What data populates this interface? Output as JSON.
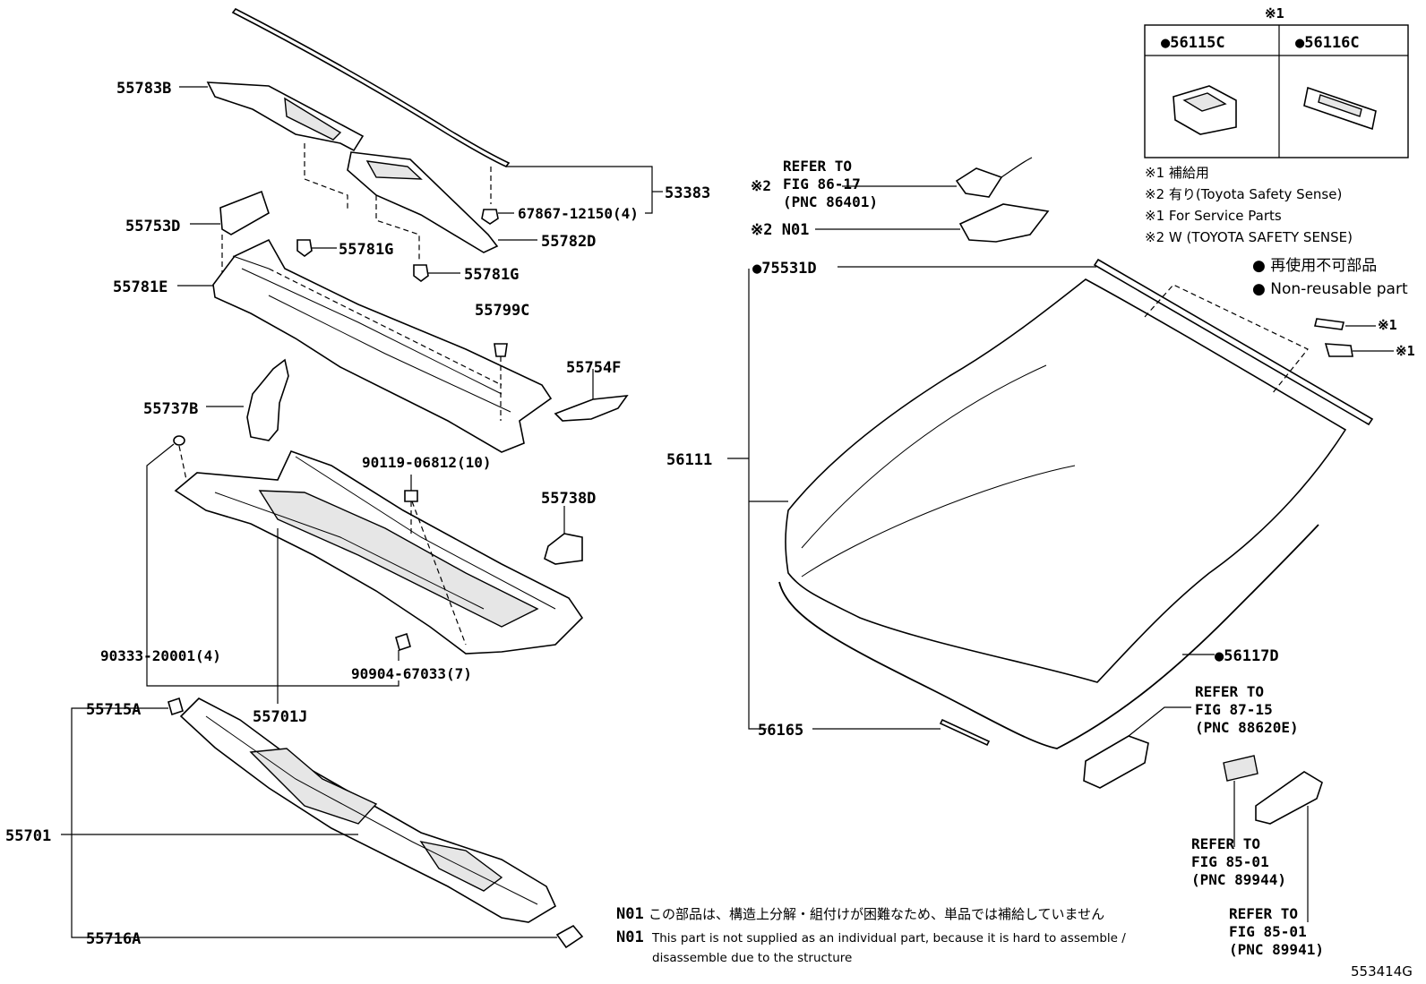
{
  "labels": {
    "p55783B": "55783B",
    "p55753D": "55753D",
    "p55781G_a": "55781G",
    "p55781G_b": "55781G",
    "p55781E": "55781E",
    "p55782D": "55782D",
    "p53383": "53383",
    "p67867": "67867-12150(4)",
    "p55799C": "55799C",
    "p55754F": "55754F",
    "p55737B": "55737B",
    "p90119": "90119-06812(10)",
    "p55738D": "55738D",
    "p90333": "90333-20001(4)",
    "p90904": "90904-67033(7)",
    "p55701J": "55701J",
    "p55715A": "55715A",
    "p55701": "55701",
    "p55716A": "55716A",
    "p75531D": "●75531D",
    "p56111": "56111",
    "p56117D": "●56117D",
    "p56165": "56165",
    "pN01": "※2 N01",
    "mark1": "※1",
    "mark1b": "※1",
    "box_mark": "※1"
  },
  "references": {
    "ref_86": {
      "mark": "※2",
      "l1": "REFER TO",
      "l2": "FIG 86-17",
      "l3": "(PNC 86401)"
    },
    "ref_87": {
      "l1": "REFER TO",
      "l2": "FIG 87-15",
      "l3": "(PNC 88620E)"
    },
    "ref_85a": {
      "l1": "REFER TO",
      "l2": "FIG 85-01",
      "l3": "(PNC 89944)"
    },
    "ref_85b": {
      "l1": "REFER TO",
      "l2": "FIG 85-01",
      "l3": "(PNC 89941)"
    }
  },
  "service_box": {
    "left": "●56115C",
    "right": "●56116C"
  },
  "legend": {
    "l1": "※1 補給用",
    "l2": "※2 有り(Toyota Safety Sense)",
    "l3": "※1 For Service Parts",
    "l4": "※2 W (TOYOTA SAFETY SENSE)",
    "l5": "● 再使用不可部品",
    "l6": "● Non-reusable part"
  },
  "notes": {
    "n01_mark": "N01",
    "n01_jp": "この部品は、構造上分解・組付けが困難なため、単品では補給していません",
    "n01_en_1": "This part is not supplied as an individual part, because it is hard to assemble /",
    "n01_en_2": "disassemble due to the structure"
  },
  "figure_id": "553414G"
}
